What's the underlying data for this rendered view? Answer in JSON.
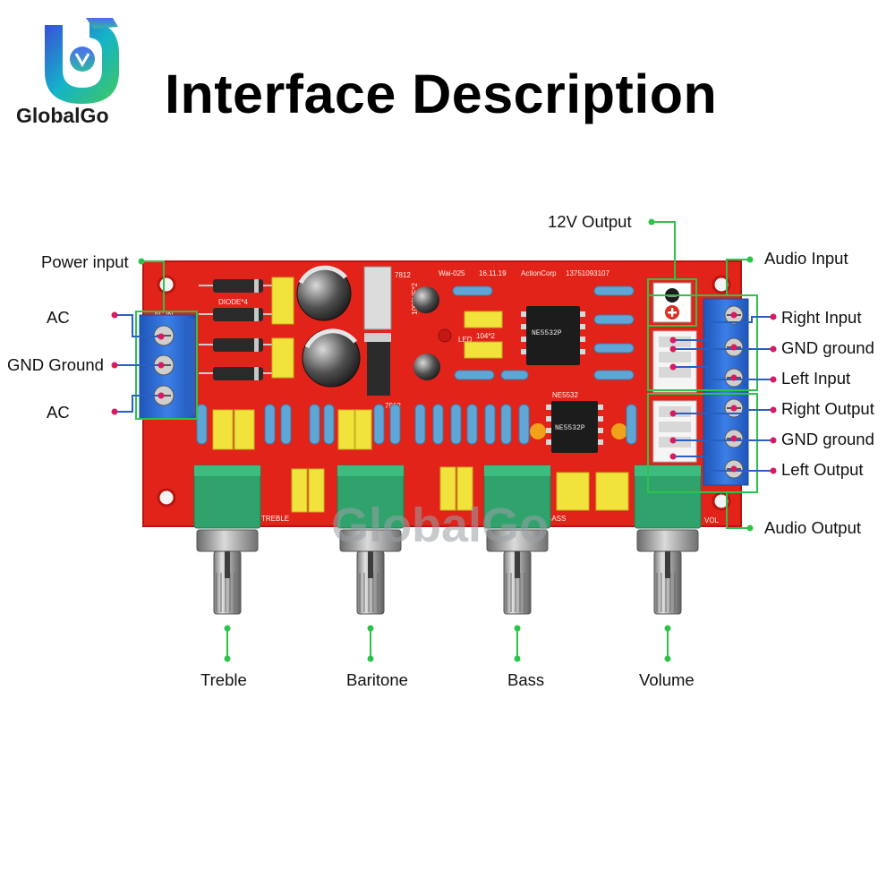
{
  "brand": {
    "name": "GlobalGo",
    "watermark": "GlobalGo"
  },
  "title": "Interface Description",
  "board_markings": {
    "model": "Wai-025",
    "date": "16.11.19",
    "maker": "ActionCorp",
    "phone": "13751093107",
    "regulator_pos": "7812",
    "regulator_neg": "7912",
    "diode": "DIODE*4",
    "op_amp": "NE5532",
    "op_amp_print": "NE5532P",
    "cap_label": "1000UF*2",
    "led": "LED",
    "trimmer": "104*2",
    "ac_in": "AC IN",
    "treble_silk": "TREBLE",
    "bass_silk": "BASS",
    "vol_silk": "VOL"
  },
  "colors": {
    "label_line": "#2dc34a",
    "label_dot_left": "#d81b60",
    "pcb": "#e2231a",
    "terminal": "#2f6fd6"
  },
  "labels": {
    "output_12v": "12V Output",
    "power_input": "Power input",
    "ac_top": "AC",
    "gnd_ground": "GND Ground",
    "ac_bottom": "AC",
    "audio_input": "Audio Input",
    "right_input": "Right Input",
    "gnd_ground_in": "GND ground",
    "left_input": "Left Input",
    "right_output": "Right Output",
    "gnd_ground_out": "GND ground",
    "left_output": "Left Output",
    "audio_output": "Audio Output",
    "treble": "Treble",
    "baritone": "Baritone",
    "bass": "Bass",
    "volume": "Volume"
  }
}
